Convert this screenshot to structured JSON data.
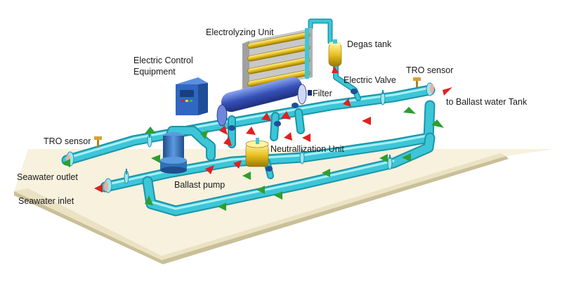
{
  "labels": {
    "electrolyzing_unit": "Electrolyzing Unit",
    "degas_tank": "Degas tank",
    "electric_control_line1": "Electric Control",
    "electric_control_line2": "Equipment",
    "filter": "Filter",
    "electric_valve": "Electric Valve",
    "tro_sensor_right": "TRO sensor",
    "to_ballast_tank": "to Ballast water Tank",
    "tro_sensor_left": "TRO sensor",
    "neutralization_unit": "Neutrallization Unit",
    "seawater_outlet": "Seawater outlet",
    "ballast_pump": "Ballast pump",
    "seawater_inlet": "Seawater inlet"
  },
  "colors": {
    "pipe": "#34c3d6",
    "pipe_highlight": "#9fe6ef",
    "floor": "#f6f0dc",
    "floor_edge": "#c9bf98",
    "flow_green": "#2e9e2e",
    "flow_red": "#e02020",
    "pump_blue": "#2f6fb5",
    "filter_blue": "#3550b8",
    "neutralizer_yellow": "#e0b000",
    "electrolyzer_yellow": "#e8c020",
    "electrolyzer_frame": "#b8b8b8",
    "control_box": "#2f67c2"
  }
}
